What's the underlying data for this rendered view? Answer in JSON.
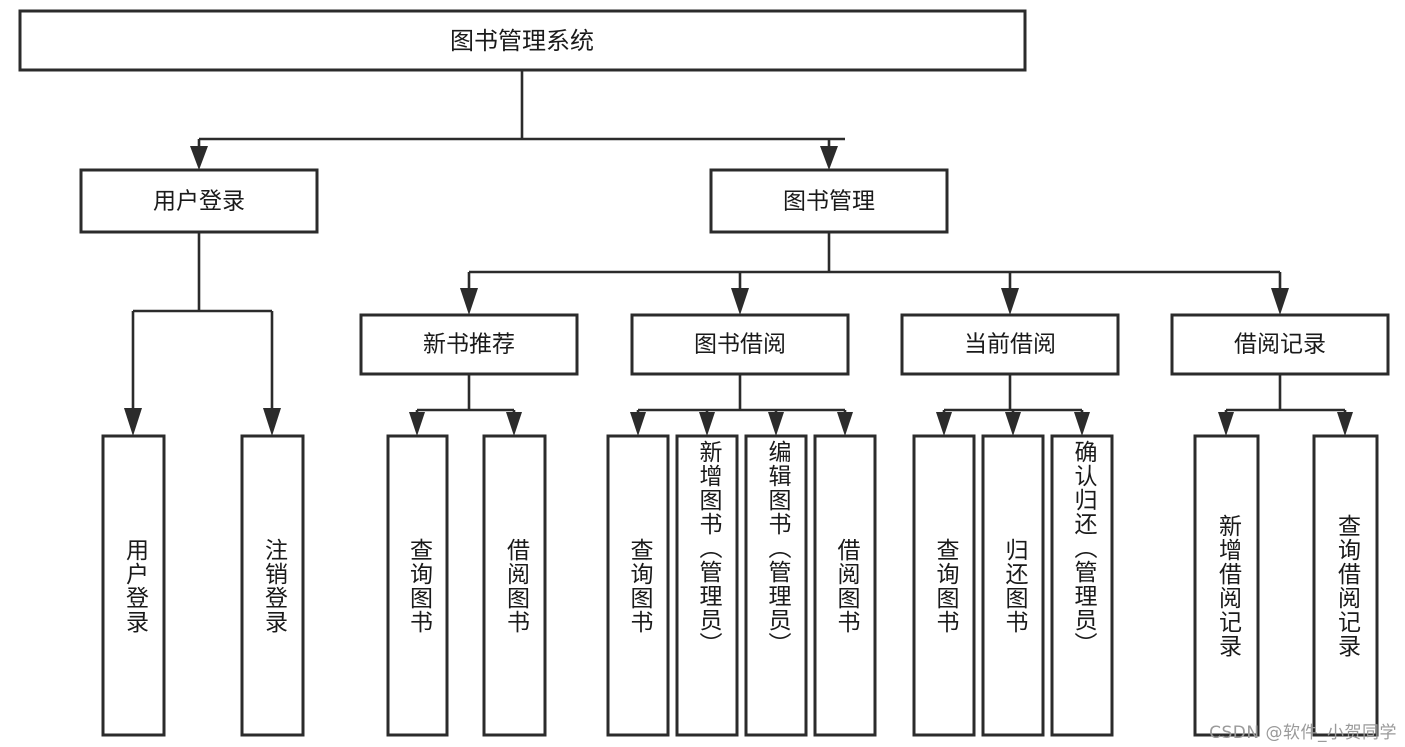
{
  "diagram": {
    "type": "hierarchy-tree",
    "title": "图书管理系统",
    "watermark": "CSDN @软件_小贺同学",
    "colors": {
      "background": "#ffffff",
      "stroke": "#2b2b2b",
      "text": "#1a1a1a",
      "watermark": "#9a9a9a"
    },
    "root": {
      "label": "图书管理系统"
    },
    "level2": [
      {
        "label": "用户登录"
      },
      {
        "label": "图书管理"
      }
    ],
    "level3": [
      {
        "label": "新书推荐"
      },
      {
        "label": "图书借阅"
      },
      {
        "label": "当前借阅"
      },
      {
        "label": "借阅记录"
      }
    ],
    "leaves": {
      "user_login": [
        {
          "label": "用户登录"
        },
        {
          "label": "注销登录"
        }
      ],
      "new_book_recommend": [
        {
          "label": "查询图书"
        },
        {
          "label": "借阅图书"
        }
      ],
      "book_borrow": [
        {
          "label": "查询图书"
        },
        {
          "label": "新增图书（管理员）"
        },
        {
          "label": "编辑图书（管理员）"
        },
        {
          "label": "借阅图书"
        }
      ],
      "current_borrow": [
        {
          "label": "查询图书"
        },
        {
          "label": "归还图书"
        },
        {
          "label": "确认归还（管理员）"
        }
      ],
      "borrow_record": [
        {
          "label": "新增借阅记录"
        },
        {
          "label": "查询借阅记录"
        }
      ]
    }
  }
}
